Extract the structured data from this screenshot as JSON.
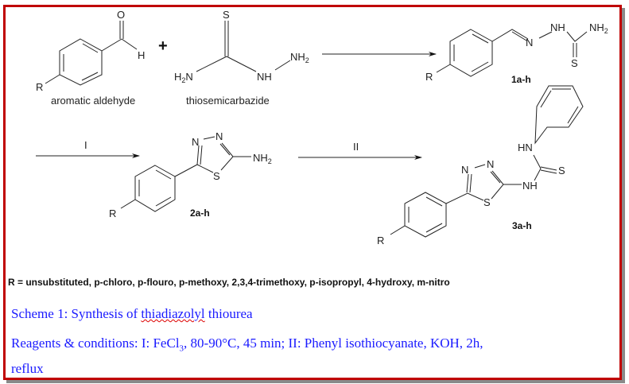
{
  "reactants": {
    "aldehyde": {
      "label": "aromatic aldehyde",
      "O": "O",
      "H": "H",
      "R": "R"
    },
    "plus": "+",
    "thiosemicarbazide": {
      "label": "thiosemicarbazide",
      "S": "S",
      "H2N": "H",
      "NH": "NH",
      "NH2": "NH"
    }
  },
  "compound_1": {
    "label": "1a-h",
    "R": "R",
    "N": "N",
    "NH": "NH",
    "NH2": "NH",
    "S": "S"
  },
  "step_I": {
    "label": "I"
  },
  "compound_2": {
    "label": "2a-h",
    "R": "R",
    "N1": "N",
    "N2": "N",
    "S": "S",
    "NH2": "NH"
  },
  "step_II": {
    "label": "II"
  },
  "compound_3": {
    "label": "3a-h",
    "R": "R",
    "N1": "N",
    "N2": "N",
    "S_ring": "S",
    "NH": "NH",
    "HN": "HN",
    "S": "S"
  },
  "subscript_2": "2",
  "r_groups": "R = unsubstituted, p-chloro, p-flouro, p-methoxy, 2,3,4-trimethoxy, p-isopropyl, 4-hydroxy, m-nitro",
  "caption": {
    "scheme_prefix": "Scheme 1:",
    "scheme_title_a": " Synthesis of ",
    "scheme_title_b": "thiadiazolyl",
    "scheme_title_c": " thiourea",
    "conditions_a": "Reagents & conditions: I: FeCl",
    "conditions_sub": "3",
    "conditions_b": ", 80-90°C, 45 min; II: Phenyl isothiocyanate,  KOH, 2h,",
    "conditions_c": "reflux"
  },
  "colors": {
    "border": "#c00000",
    "caption": "#1a1aff"
  }
}
